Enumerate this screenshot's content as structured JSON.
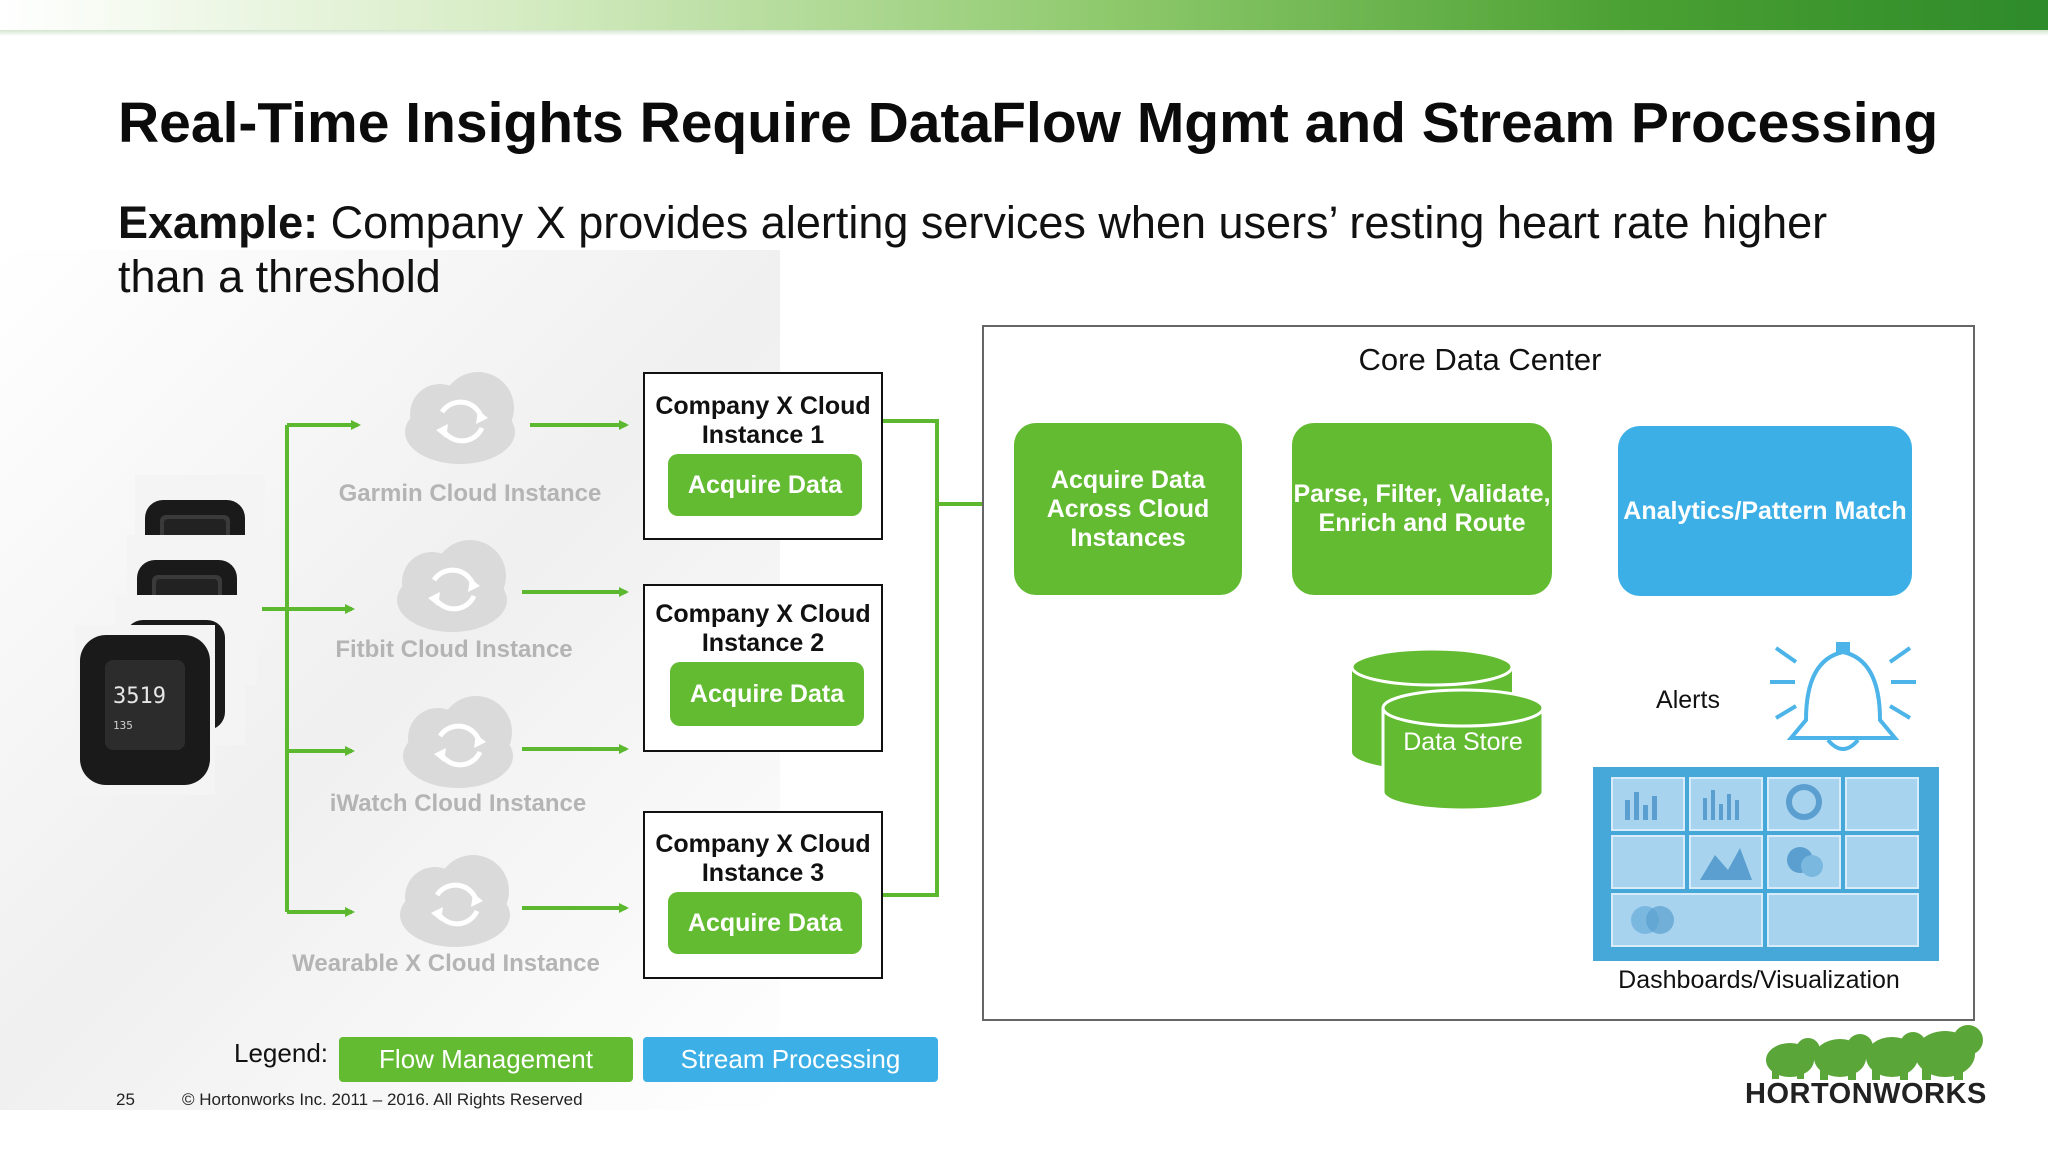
{
  "slide": {
    "title": "Real-Time Insights Require DataFlow Mgmt and Stream Processing",
    "subtitle_bold": "Example:",
    "subtitle_rest": " Company X provides alerting services when users’ resting heart rate higher than a threshold",
    "page_number": "25",
    "copyright": "© Hortonworks Inc. 2011 – 2016. All Rights Reserved",
    "logo": "HORTONWORKS"
  },
  "clouds": [
    {
      "label": "Garmin Cloud Instance"
    },
    {
      "label": "Fitbit Cloud Instance"
    },
    {
      "label": "iWatch Cloud Instance"
    },
    {
      "label": "Wearable X Cloud Instance"
    }
  ],
  "instances": [
    {
      "title": "Company X Cloud Instance 1",
      "button": "Acquire Data"
    },
    {
      "title": "Company X Cloud Instance 2",
      "button": "Acquire Data"
    },
    {
      "title": "Company X Cloud Instance 3",
      "button": "Acquire Data"
    }
  ],
  "core": {
    "title": "Core Data Center",
    "acquire": "Acquire Data Across Cloud Instances",
    "parse": "Parse, Filter, Validate, Enrich and Route",
    "analytics": "Analytics/Pattern Match",
    "datastore": "Data Store",
    "alerts": "Alerts",
    "dashboards": "Dashboards/Visualization"
  },
  "legend": {
    "label": "Legend:",
    "flow": "Flow Management",
    "stream": "Stream Processing"
  },
  "colors": {
    "flow_green": "#62bb31",
    "arrow_green": "#5cb82e",
    "stream_blue": "#3cb0e6",
    "cloud_gray": "#d9d9d9",
    "dashboard_bg": "#46a8d8"
  },
  "icons": [
    "smartwatch-icon",
    "cloud-sync-icon",
    "database-icon",
    "bell-alert-icon",
    "dashboard-icon",
    "elephant-logo-icon"
  ]
}
